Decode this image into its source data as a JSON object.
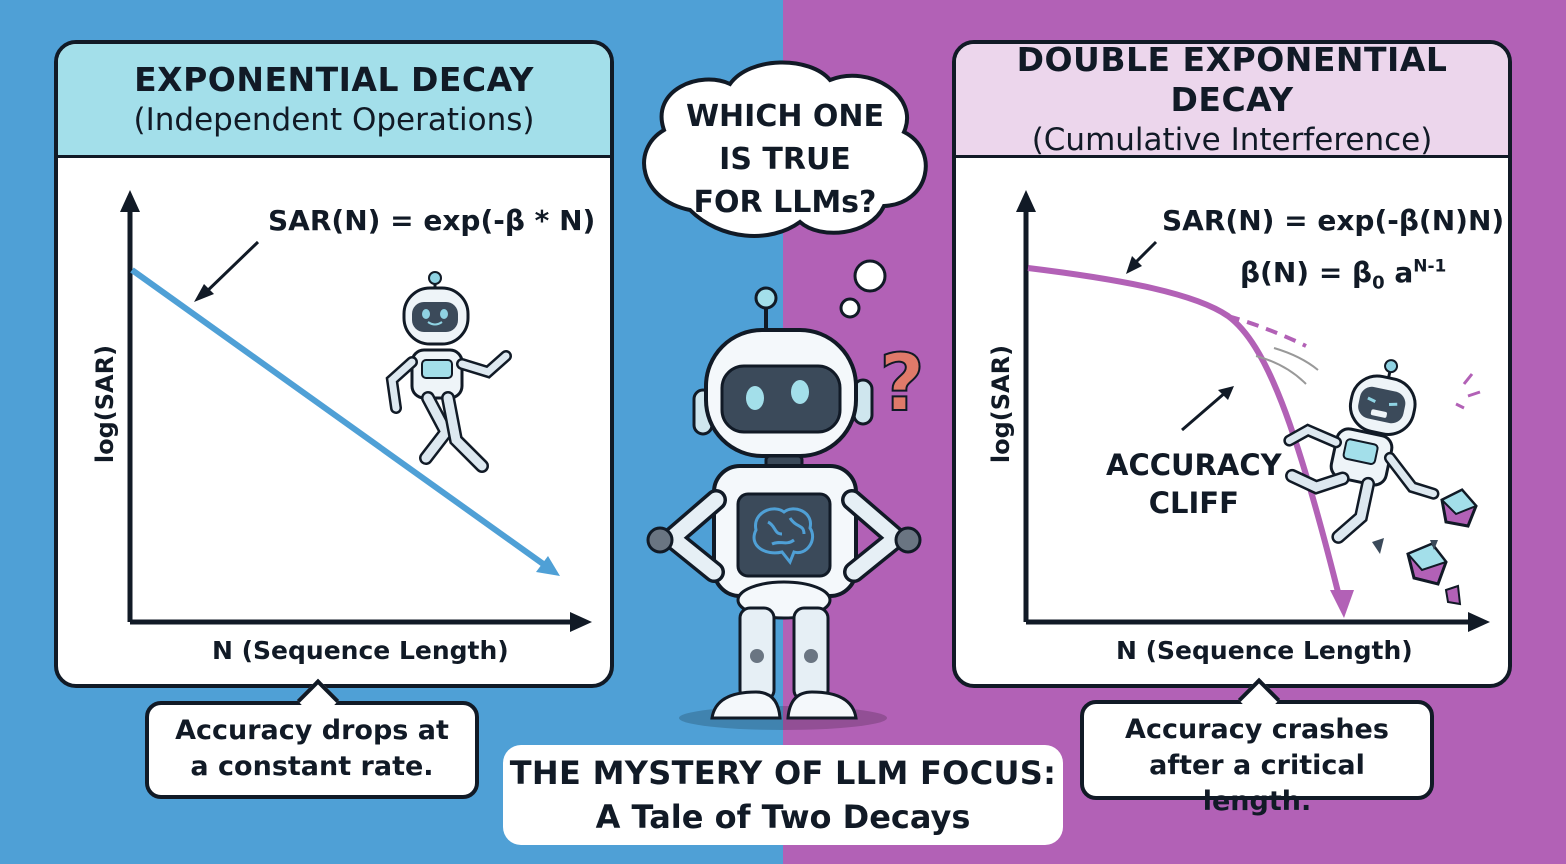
{
  "background": {
    "left_color": "#4fa0d6",
    "right_color": "#b261b6"
  },
  "thought_bubble": {
    "lines": [
      "WHICH ONE",
      "IS TRUE",
      "FOR LLMs?"
    ]
  },
  "left_panel": {
    "title": "EXPONENTIAL DECAY",
    "subtitle": "(Independent Operations)",
    "header_color": "#a3dfea",
    "formula": "SAR(N) = exp(-β * N)",
    "y_axis_label": "log(SAR)",
    "x_axis_label": "N (Sequence Length)",
    "curve_color": "#4fa0d6",
    "callout": [
      "Accuracy drops at",
      "a constant rate."
    ]
  },
  "right_panel": {
    "title": "DOUBLE EXPONENTIAL DECAY",
    "subtitle": "(Cumulative Interference)",
    "header_color": "#ecd6ec",
    "formula_1": "SAR(N) = exp(-β(N)N)",
    "formula_2_base": "β(N) = β",
    "formula_2_sub": "0",
    "formula_2_mid": " a",
    "formula_2_sup": "N-1",
    "y_axis_label": "log(SAR)",
    "x_axis_label": "N (Sequence Length)",
    "annotation": [
      "ACCURACY",
      "CLIFF"
    ],
    "curve_color": "#b261b6",
    "callout": [
      "Accuracy crashes",
      "after a critical length."
    ]
  },
  "title_box": {
    "line_1": "THE MYSTERY OF LLM FOCUS:",
    "line_2": "A Tale of Two Decays"
  },
  "accent_question_mark_color": "#e07a6a",
  "chart_data": [
    {
      "type": "line",
      "title": "EXPONENTIAL DECAY (Independent Operations)",
      "xlabel": "N (Sequence Length)",
      "ylabel": "log(SAR)",
      "series": [
        {
          "name": "SAR(N) = exp(-β * N)",
          "shape": "straight line, constant negative slope"
        }
      ]
    },
    {
      "type": "line",
      "title": "DOUBLE EXPONENTIAL DECAY (Cumulative Interference)",
      "xlabel": "N (Sequence Length)",
      "ylabel": "log(SAR)",
      "series": [
        {
          "name": "SAR(N) = exp(-β(N)N), β(N) = β0 a^(N-1)",
          "shape": "gentle slope then steep cliff"
        }
      ],
      "annotations": [
        "ACCURACY CLIFF"
      ]
    }
  ]
}
